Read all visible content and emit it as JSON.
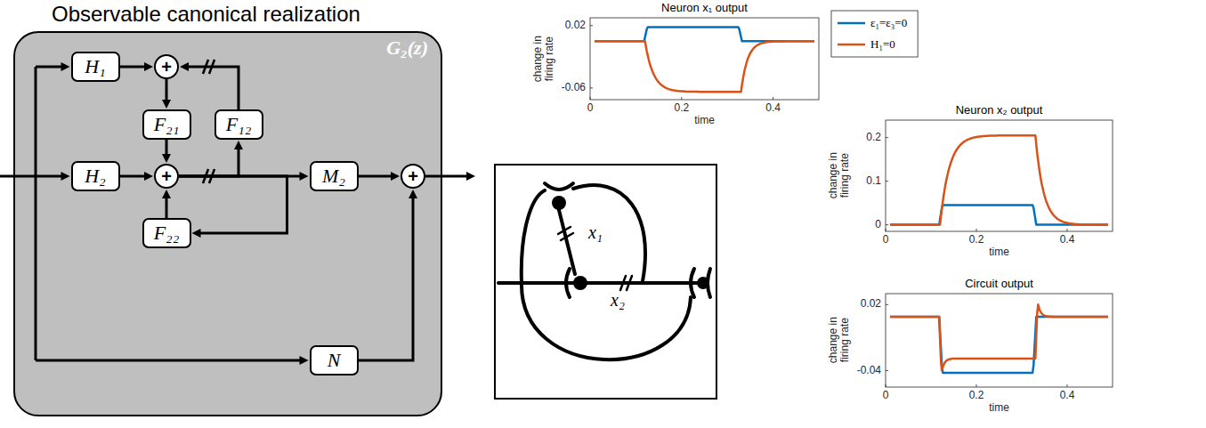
{
  "diagram": {
    "title": "Observable canonical realization",
    "nodes": [
      {
        "text": [
          "G₂(z)"
        ]
      },
      {
        "text": [
          "H₁"
        ],
        "in": 0
      },
      {
        "text": [
          "+"
        ],
        "in": 0
      },
      {
        "text": [
          "F₂₁"
        ],
        "in": 0
      },
      {
        "text": [
          "F₁₂"
        ],
        "in": 0
      },
      {
        "text": [
          "H₂"
        ],
        "in": 0
      },
      {
        "text": [
          "+"
        ],
        "in": 0
      },
      {
        "text": [
          "M₂"
        ],
        "in": 0
      },
      {
        "text": [
          "F₂₂"
        ],
        "in": 0
      },
      {
        "text": [
          "N"
        ],
        "in": 0
      },
      {
        "text": [
          "+"
        ],
        "in": 0
      }
    ],
    "edges": [
      {
        "from": 1,
        "to": 2,
        "arrow": "to"
      },
      {
        "from": 4,
        "to": 2,
        "arrow": "to"
      },
      {
        "from": 2,
        "to": 3,
        "arrow": "to"
      },
      {
        "from": 3,
        "to": 6,
        "arrow": "to"
      },
      {
        "from": 5,
        "to": 6,
        "arrow": "to"
      },
      {
        "from": 6,
        "to": 4,
        "arrow": "to"
      },
      {
        "from": 6,
        "to": 7,
        "arrow": "to"
      },
      {
        "from": 6,
        "to": 8,
        "arrow": "to"
      },
      {
        "from": 8,
        "to": 6,
        "arrow": "to"
      },
      {
        "from": 7,
        "to": 10,
        "arrow": "to"
      },
      {
        "from": 9,
        "to": 10,
        "arrow": "to"
      }
    ],
    "labels": [
      "Neuron x₁ output",
      "change in firing rate",
      "0.02",
      "-0.06",
      "0",
      "0.2",
      "0.4",
      "time",
      "Neuron x₂ output",
      "change in firing rate",
      "0.2",
      "0.1",
      "0",
      "0",
      "0.2",
      "0.4",
      "time",
      "Circuit output",
      "change in firing rate",
      "0.02",
      "-0.04",
      "0",
      "0.2",
      "0.4",
      "time",
      "x₁",
      "x₂"
    ],
    "legend": [
      {
        "text": "ε₁=ε₃=0"
      },
      {
        "text": "H₁=0"
      }
    ]
  }
}
